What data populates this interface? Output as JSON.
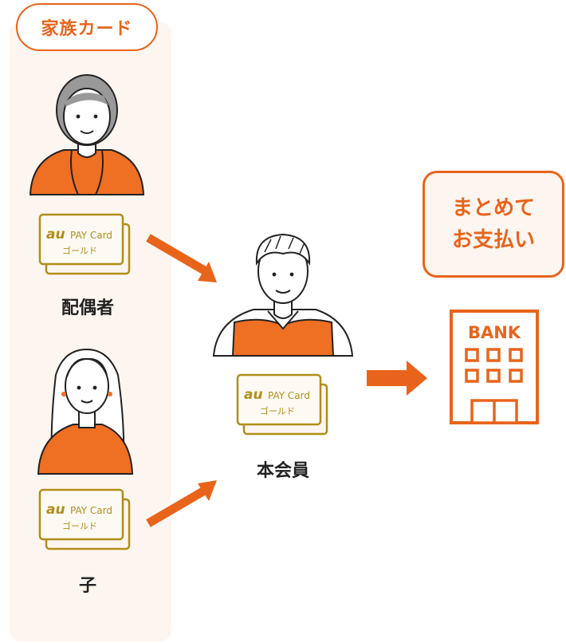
{
  "family_card": {
    "badge_label": "家族カード"
  },
  "members": {
    "spouse": {
      "label": "配偶者"
    },
    "child": {
      "label": "子"
    },
    "main": {
      "label": "本会員"
    }
  },
  "card": {
    "brand_mark": "au",
    "product": "PAY Card",
    "tier": "ゴールド"
  },
  "payment": {
    "line1": "まとめて",
    "line2": "お支払い"
  },
  "bank": {
    "label": "BANK"
  },
  "colors": {
    "accent": "#e8641b",
    "card_gold": "#b08d1a",
    "panel_bg": "#fdf5f0",
    "ink": "#222222"
  }
}
